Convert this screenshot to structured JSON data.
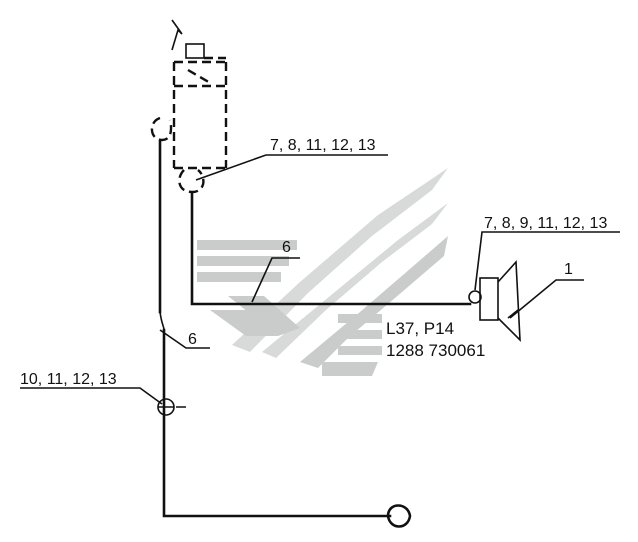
{
  "labels": {
    "callout_upper": "7, 8, 11, 12, 13",
    "callout_right": "7, 8, 9, 11, 12, 13",
    "callout_left": "10, 11, 12, 13",
    "item_1": "1",
    "wire_6_top": "6",
    "wire_6_left": "6"
  },
  "reference": {
    "line1": "L37, P14",
    "line2": "1288  730061"
  },
  "colors": {
    "ink": "#111111",
    "watermark": "#c9cccb"
  }
}
